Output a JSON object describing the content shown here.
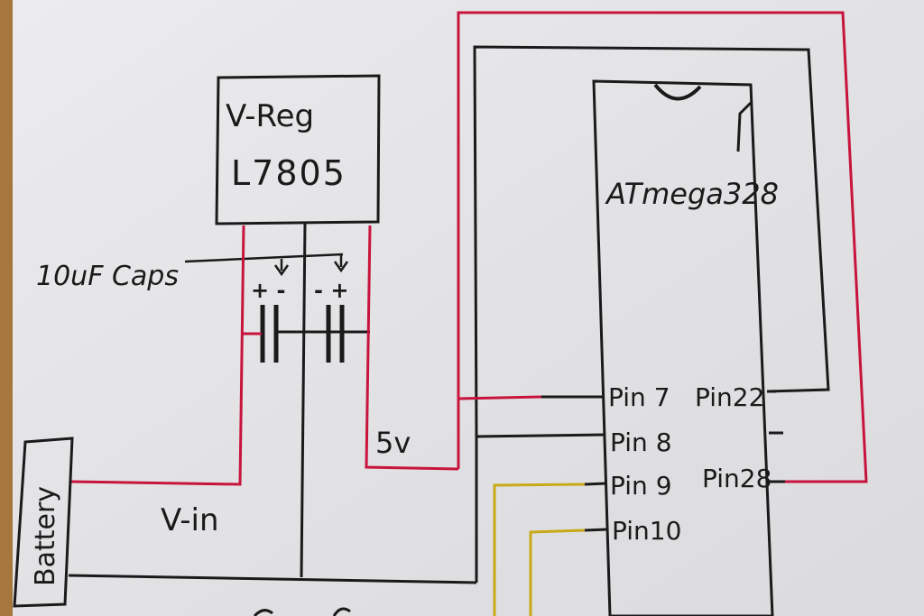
{
  "colors": {
    "paper": "#e6e6e8",
    "wood": "#a5773f",
    "ink": "#1a1a1a",
    "red_wire": "#c8143c",
    "yellow_wire": "#c9a917"
  },
  "regulator": {
    "line1": "V-Reg",
    "line2": "L7805"
  },
  "capacitors": {
    "label": "10uF Caps",
    "left_polarity": "+ -",
    "right_polarity": "- +"
  },
  "voltage": {
    "output": "5v",
    "input": "V-in"
  },
  "battery": {
    "label": "Battery"
  },
  "chip": {
    "name": "ATmega328",
    "pins_left": [
      "Pin 7",
      "Pin 8",
      "Pin 9",
      "Pin10"
    ],
    "pins_right": [
      "Pin22",
      "Pin28"
    ]
  }
}
